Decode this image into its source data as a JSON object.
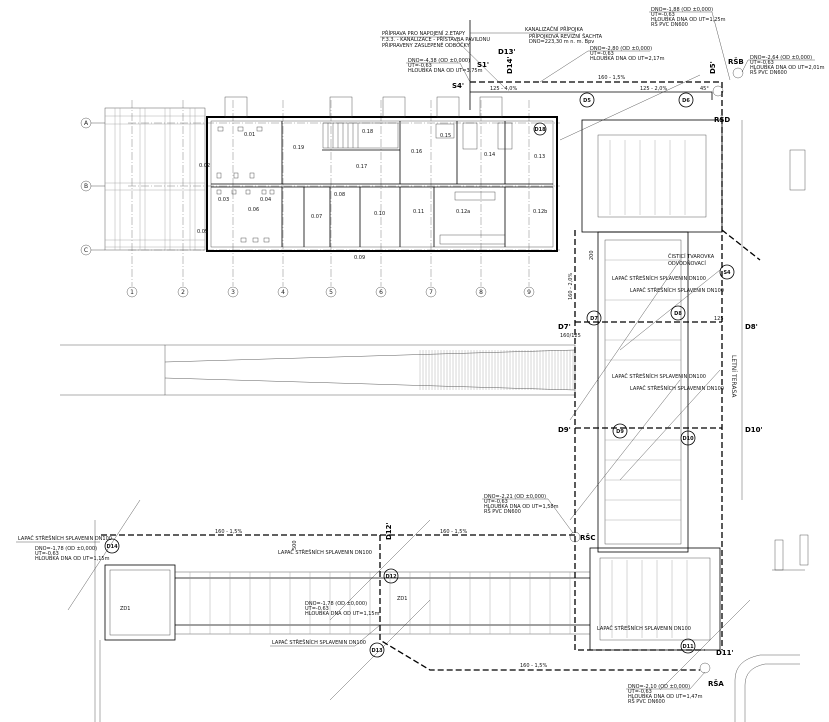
{
  "grid": {
    "rows": [
      "A",
      "B",
      "C"
    ],
    "cols": [
      "1",
      "2",
      "3",
      "4",
      "5",
      "6",
      "7",
      "8",
      "9"
    ]
  },
  "rooms": [
    "0.01",
    "0.02",
    "0.03",
    "0.04",
    "0.05",
    "0.06",
    "0.07",
    "0.08",
    "0.09",
    "0.10",
    "0.11",
    "0.12a",
    "0.12b",
    "0.13",
    "0.14",
    "0.15",
    "0.16",
    "0.17",
    "0.18",
    "0.19",
    "ZD1",
    "ZD1"
  ],
  "nodes": {
    "d5": "D5",
    "d6": "D6",
    "d7": "D7",
    "d8": "D8",
    "d9": "D9",
    "d10": "D10",
    "d11": "D11",
    "d12": "D12",
    "d13": "D13",
    "d14": "D14",
    "d18": "D18",
    "s4": "S4",
    "d5p": "D5'",
    "d7p": "D7'",
    "d8p": "D8'",
    "d9p": "D9'",
    "d10p": "D10'",
    "d11p": "D11'",
    "d12p": "D12'",
    "d13p": "D13'",
    "d14p": "D14'",
    "s1p": "S1'",
    "s4p": "S4'",
    "rsa": "RŠA",
    "rsb": "RŠB",
    "rsc": "RŠC",
    "rsd": "RŠD"
  },
  "dims": {
    "d160_125": "160/125",
    "d160_15a": "160 - 1,5%",
    "d160_15b": "160 - 1,5%",
    "d160_15c": "160 - 1,5%",
    "d160_15d": "160 - 1,5%",
    "d160_2": "160 - 2,0%",
    "d125_4": "125 - 4,0%",
    "d125_2": "125 - 2,0%",
    "a45": "45°",
    "v125": "125",
    "v200": "200",
    "v500": "500"
  },
  "notes": {
    "priprava": [
      "PŘÍPRAVA PRO NAPOJENÍ 2.ETAPY",
      "F.3.3. - KANALIZACE - PŘÍSTAVBA PAVILONU",
      "PŘIPRAVENY ZASLEPENÉ ODBOČKY"
    ],
    "kanal": "KANALIZAČNÍ PŘÍPOJKA",
    "revize": [
      "PŘÍPOJKOVÁ REVIZNÍ ŠACHTA",
      "DNO=223,30 m n. m. Bpv"
    ],
    "n_s4": [
      "DNO=-4,38 (OD ±0,000)",
      "UT=-0,63",
      "HLOUBKA DNA OD UT=3,75m"
    ],
    "n_d14p": [
      "DNO=-2,80 (OD ±0,000)",
      "UT=-0,63",
      "HLOUBKA DNA OD UT=2,17m"
    ],
    "n_rsd": [
      "DNO=-1,88 (OD ±0,000)",
      "UT=-0,63",
      "HLOUBKA DNA OD UT=1,25m",
      "RŠ PVC DN600"
    ],
    "n_rsb": [
      "DNO=-2,64 (OD ±0,000)",
      "UT=-0,63",
      "HLOUBKA DNA OD UT=2,01m",
      "RŠ PVC DN600"
    ],
    "n_rsc": [
      "DNO=-2,21 (OD ±0,000)",
      "UT=-0,63",
      "HLOUBKA DNA OD UT=1,58m",
      "RŠ PVC DN600"
    ],
    "n_d14": [
      "DNO=-1,78 (OD ±0,000)",
      "UT=-0,63",
      "HLOUBKA DNA OD UT=1,15m"
    ],
    "n_d13": [
      "DNO=-1,78 (OD ±0,000)",
      "UT=-0,63",
      "HLOUBKA DNA OD UT=1,15m"
    ],
    "n_rsa": [
      "DNO=-2,10 (OD ±0,000)",
      "UT=-0,63",
      "HLOUBKA DNA OD UT=1,47m",
      "RŠ PVC DN600"
    ],
    "lapac": "LAPAČ STŘEŠNÍCH SPLAVENIN DN100",
    "terasa": "LETNÍ TERASA",
    "s4_a": "ČISTICÍ TVAROVKA",
    "s4_b": "ODVODŇOVACÍ"
  }
}
